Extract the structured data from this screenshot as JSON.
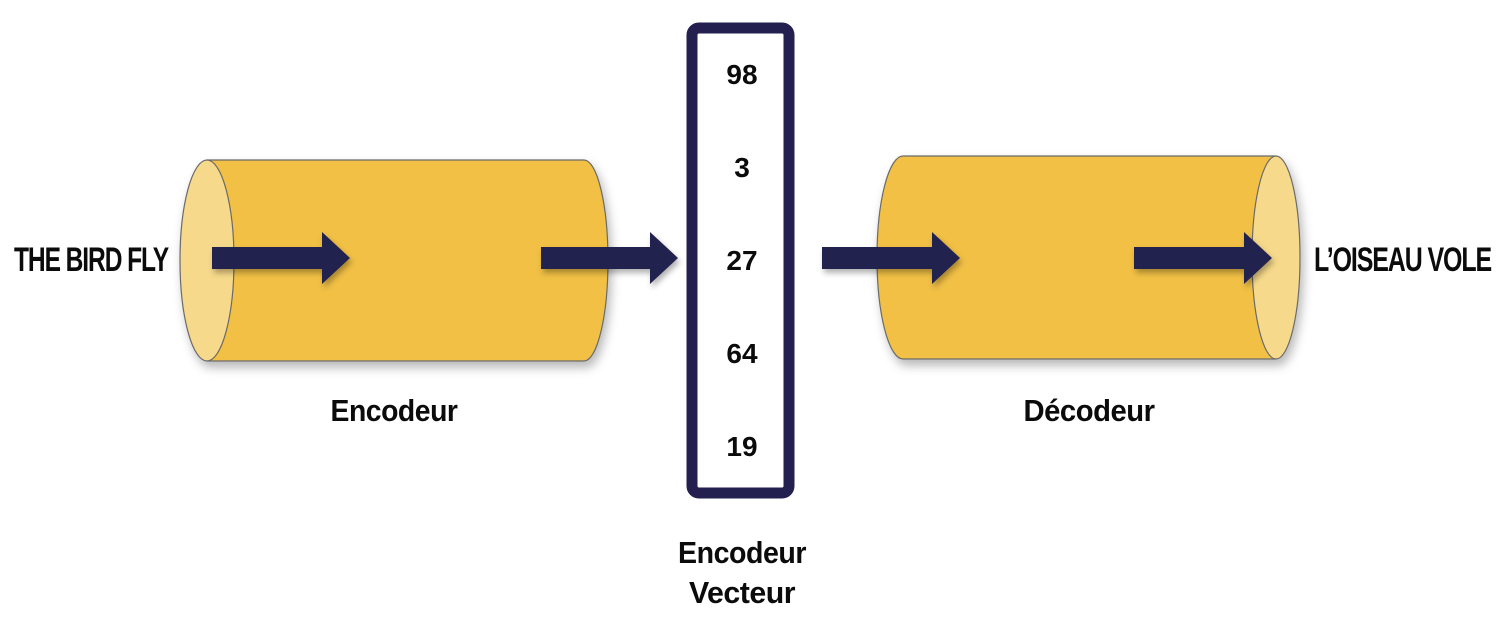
{
  "input_text": "THE BIRD FLY",
  "output_text": "L’OISEAU VOLE",
  "encoder": {
    "label": "Encodeur"
  },
  "decoder": {
    "label": "Décodeur"
  },
  "vector": {
    "label_line1": "Encodeur",
    "label_line2": "Vecteur",
    "values": [
      "98",
      "3",
      "27",
      "64",
      "19"
    ]
  },
  "colors": {
    "cylinder_body": "#f1c045",
    "cylinder_end": "#f6d98a",
    "cylinder_outline": "#6b6b6b",
    "arrow": "#23204f",
    "vector_border": "#231f4e",
    "text": "#0b0b0b"
  }
}
